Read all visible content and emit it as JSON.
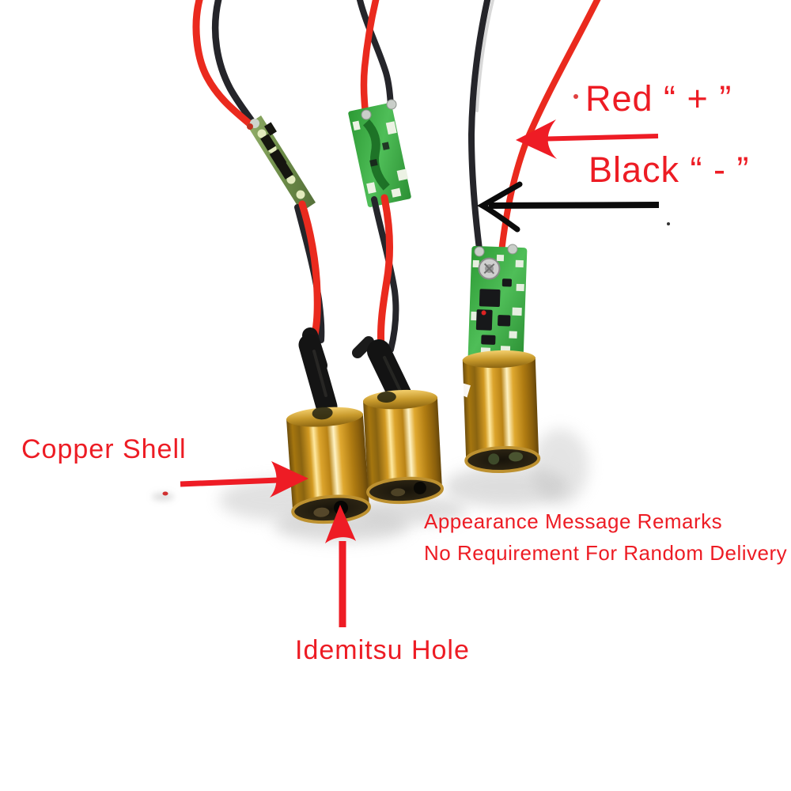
{
  "photo": {
    "subject": "Three brass laser diode modules with green driver PCBs and red/black lead wires on a white background"
  },
  "annotations": {
    "red_plus": "Red “ + ”",
    "black_minus": "Black “ - ”",
    "copper_shell": "Copper Shell",
    "idemitsu_hole": "Idemitsu Hole",
    "remark_line1": "Appearance Message Remarks",
    "remark_line2": "No Requirement For Random Delivery"
  },
  "colors": {
    "annotation_red": "#ed1c24",
    "arrow_red": "#ee1c25",
    "arrow_black": "#0b0b0b",
    "wire_red": "#ea2a1e",
    "wire_black": "#1e1e22",
    "pcb_green": "#2f9e38",
    "copper_brass": "#c8891a",
    "background": "#ffffff"
  }
}
